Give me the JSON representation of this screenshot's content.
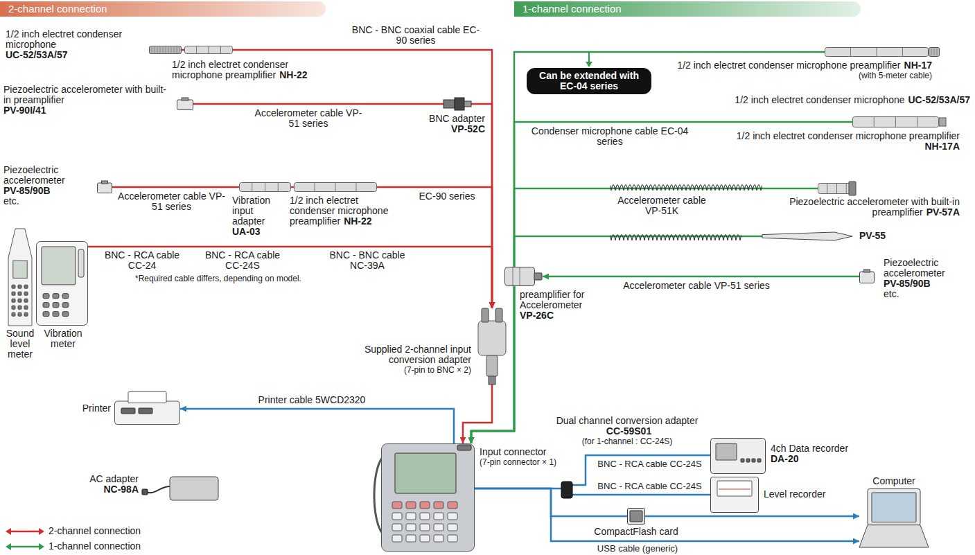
{
  "diagram": {
    "nodes": [
      {
        "text": [
          "2-channel connection"
        ]
      },
      {
        "text": [
          "1-channel connection"
        ]
      },
      {
        "text": [
          "1/2 inch electret condenser microphone",
          "UC-52/53A/57"
        ]
      },
      {
        "text": [
          "1/2 inch electret condenser microphone preamplifier",
          "NH-22"
        ]
      },
      {
        "text": [
          "Piezoelectric accelerometer with built-in preamplifier",
          "PV-90I/41"
        ]
      },
      {
        "text": [
          "BNC adapter",
          "VP-52C"
        ]
      },
      {
        "text": [
          "Piezoelectric accelerometer",
          "PV-85/90B",
          "etc."
        ]
      },
      {
        "text": [
          "Vibration input adapter",
          "UA-03"
        ]
      },
      {
        "text": [
          "1/2 inch electret condenser microphone preamplifier",
          "NH-22"
        ]
      },
      {
        "text": [
          "Sound level meter"
        ]
      },
      {
        "text": [
          "Vibration meter"
        ]
      },
      {
        "text": [
          "Supplied 2-channel input conversion adapter",
          "(7-pin to BNC × 2)"
        ]
      },
      {
        "text": [
          "Printer"
        ]
      },
      {
        "text": [
          "AC adapter",
          "NC-98A"
        ]
      },
      {
        "text": [
          "Input connector",
          "(7-pin connector × 1)"
        ]
      },
      {
        "text": [
          "1/2 inch electret condenser microphone preamplifier",
          "NH-17",
          "(with 5-meter cable)"
        ]
      },
      {
        "text": [
          "1/2 inch electret condenser microphone",
          "UC-52/53A/57"
        ]
      },
      {
        "text": [
          "1/2 inch electret condenser microphone preamplifier",
          "NH-17A"
        ]
      },
      {
        "text": [
          "Piezoelectric accelerometer with built-in preamplifier",
          "PV-57A"
        ]
      },
      {
        "text": [
          "PV-55"
        ]
      },
      {
        "text": [
          "Piezoelectric accelerometer",
          "PV-85/90B",
          "etc."
        ]
      },
      {
        "text": [
          "preamplifier for Accelerometer",
          "VP-26C"
        ]
      },
      {
        "text": [
          "Can be extended with EC-04 series"
        ]
      },
      {
        "text": [
          "Dual channel conversion adapter",
          "CC-59S01",
          "(for 1-channel : CC-24S)"
        ]
      },
      {
        "text": [
          "4ch Data recorder",
          "DA-20"
        ]
      },
      {
        "text": [
          "Level recorder"
        ]
      },
      {
        "text": [
          "CompactFlash card"
        ]
      },
      {
        "text": [
          "Computer"
        ]
      }
    ],
    "edges": [
      {
        "from": 2,
        "to": 3,
        "arrow": "none"
      },
      {
        "from": 3,
        "to": 11,
        "label": "BNC - BNC coaxial cable EC-90 series",
        "arrow": "to"
      },
      {
        "from": 4,
        "to": 5,
        "label": "Accelerometer cable VP-51 series",
        "arrow": "none"
      },
      {
        "from": 5,
        "to": 11,
        "arrow": "to"
      },
      {
        "from": 6,
        "to": 7,
        "label": "Accelerometer cable VP-51 series",
        "arrow": "none"
      },
      {
        "from": 7,
        "to": 8,
        "arrow": "none"
      },
      {
        "from": 8,
        "to": 11,
        "label": "EC-90 series",
        "arrow": "to"
      },
      {
        "from": 10,
        "to": 11,
        "arrow": "to"
      },
      {
        "from": 11,
        "to": 14,
        "arrow": "to"
      },
      {
        "from": 14,
        "to": 12,
        "label": "Printer cable 5WCD2320",
        "arrow": "to"
      },
      {
        "from": 15,
        "to": 14,
        "arrow": "to"
      },
      {
        "from": 17,
        "to": 14,
        "label": "Condenser microphone cable EC-04 series",
        "arrow": "to"
      },
      {
        "from": 18,
        "to": 14,
        "label": "Accelerometer cable VP-51K",
        "arrow": "to"
      },
      {
        "from": 19,
        "to": 14,
        "arrow": "to"
      },
      {
        "from": 20,
        "to": 21,
        "label": "Accelerometer cable VP-51 series",
        "arrow": "to"
      },
      {
        "from": 21,
        "to": 14,
        "arrow": "to"
      },
      {
        "from": 14,
        "to": 23,
        "arrow": "none"
      },
      {
        "from": 23,
        "to": 24,
        "label": "BNC - RCA cable CC-24S",
        "arrow": "none"
      },
      {
        "from": 23,
        "to": 25,
        "label": "BNC - RCA cable CC-24S",
        "arrow": "none"
      },
      {
        "from": 14,
        "to": 26,
        "arrow": "none"
      },
      {
        "from": 26,
        "to": 27,
        "arrow": "to"
      },
      {
        "from": 14,
        "to": 27,
        "label": "USB cable (generic)",
        "arrow": "to"
      }
    ],
    "labels": [
      "BNC - RCA cable CC-24",
      "BNC - RCA cable CC-24S",
      "BNC - BNC cable NC-39A",
      "*Required cable differs, depending on model."
    ],
    "legend": [
      {
        "text": "2-channel connection"
      },
      {
        "text": "1-channel connection"
      }
    ]
  }
}
